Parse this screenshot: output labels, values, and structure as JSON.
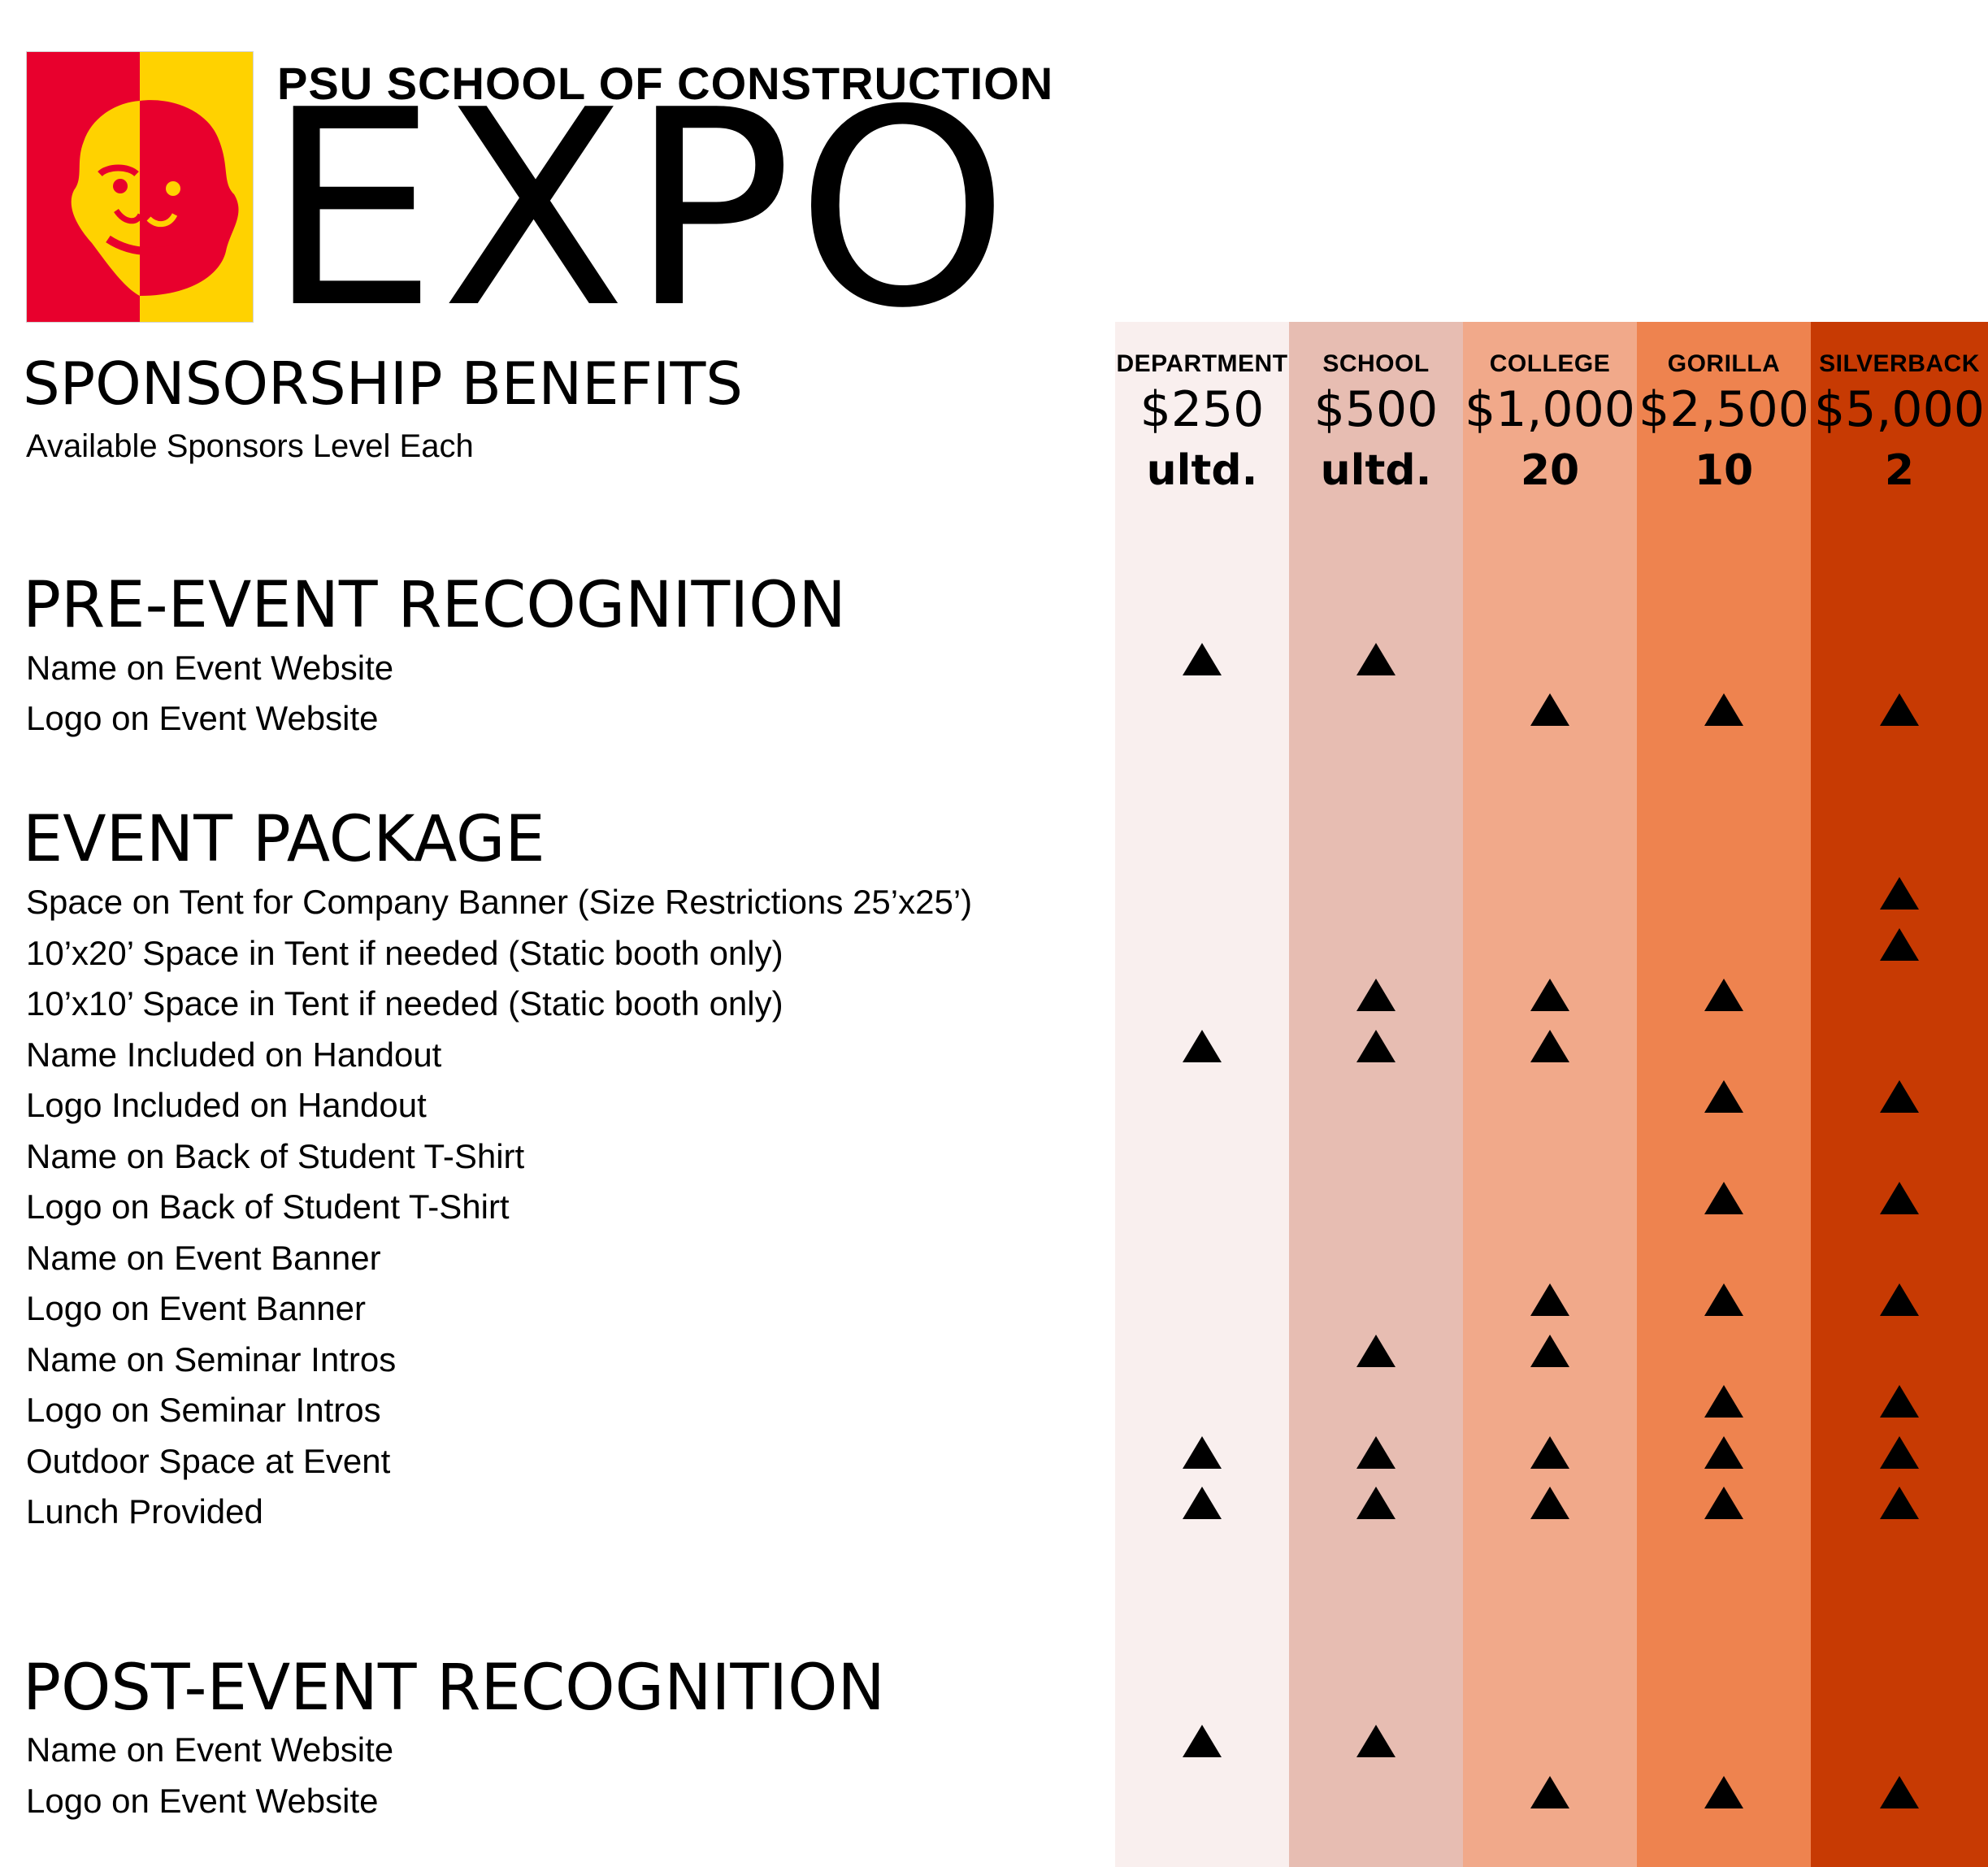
{
  "header": {
    "subtitle": "PSU SCHOOL OF CONSTRUCTION",
    "title": "EXPO",
    "logo_icon": "gorilla-mascot-icon",
    "logo_colors": [
      "#e8002d",
      "#ffd200"
    ]
  },
  "benefits_heading": "SPONSORSHIP BENEFITS",
  "available_label": "Available Sponsors Level Each",
  "tiers": [
    {
      "name": "DEPARTMENT",
      "price": "$250",
      "available": "ultd.",
      "color": "#f9efee"
    },
    {
      "name": "SCHOOL",
      "price": "$500",
      "available": "ultd.",
      "color": "#e7bdb2"
    },
    {
      "name": "COLLEGE",
      "price": "$1,000",
      "available": "20",
      "color": "#f1a98a"
    },
    {
      "name": "GORILLA",
      "price": "$2,500",
      "available": "10",
      "color": "#ee834f"
    },
    {
      "name": "SILVERBACK",
      "price": "$5,000",
      "available": "2",
      "color": "#c73a03"
    }
  ],
  "indicator_icon": "triangle-icon",
  "sections": [
    {
      "title": "PRE-EVENT RECOGNITION",
      "rows": [
        {
          "label": "Name on Event Website",
          "tiers": [
            1,
            1,
            0,
            0,
            0
          ]
        },
        {
          "label": "Logo on Event Website",
          "tiers": [
            0,
            0,
            1,
            1,
            1
          ]
        }
      ]
    },
    {
      "title": "EVENT PACKAGE",
      "rows": [
        {
          "label": "Space on Tent for Company Banner (Size Restrictions 25’x25’)",
          "tiers": [
            0,
            0,
            0,
            0,
            1
          ]
        },
        {
          "label": "10’x20’ Space in Tent if needed (Static booth only)",
          "tiers": [
            0,
            0,
            0,
            0,
            1
          ]
        },
        {
          "label": "10’x10’ Space in Tent if needed (Static booth only)",
          "tiers": [
            0,
            1,
            1,
            1,
            0
          ]
        },
        {
          "label": "Name Included on Handout",
          "tiers": [
            1,
            1,
            1,
            0,
            0
          ]
        },
        {
          "label": "Logo Included on Handout",
          "tiers": [
            0,
            0,
            0,
            1,
            1
          ]
        },
        {
          "label": "Name on Back of Student T-Shirt",
          "tiers": [
            0,
            0,
            0,
            0,
            0
          ]
        },
        {
          "label": "Logo on Back of Student T-Shirt",
          "tiers": [
            0,
            0,
            0,
            1,
            1
          ]
        },
        {
          "label": "Name on Event Banner",
          "tiers": [
            0,
            0,
            0,
            0,
            0
          ]
        },
        {
          "label": "Logo on Event Banner",
          "tiers": [
            0,
            0,
            1,
            1,
            1
          ]
        },
        {
          "label": "Name on Seminar Intros",
          "tiers": [
            0,
            1,
            1,
            0,
            0
          ]
        },
        {
          "label": "Logo on Seminar Intros",
          "tiers": [
            0,
            0,
            0,
            1,
            1
          ]
        },
        {
          "label": "Outdoor Space at Event",
          "tiers": [
            1,
            1,
            1,
            1,
            1
          ]
        },
        {
          "label": "Lunch Provided",
          "tiers": [
            1,
            1,
            1,
            1,
            1
          ]
        }
      ]
    },
    {
      "title": "POST-EVENT RECOGNITION",
      "rows": [
        {
          "label": "Name on Event Website",
          "tiers": [
            1,
            1,
            0,
            0,
            0
          ]
        },
        {
          "label": "Logo on Event Website",
          "tiers": [
            0,
            0,
            1,
            1,
            1
          ]
        }
      ]
    }
  ]
}
